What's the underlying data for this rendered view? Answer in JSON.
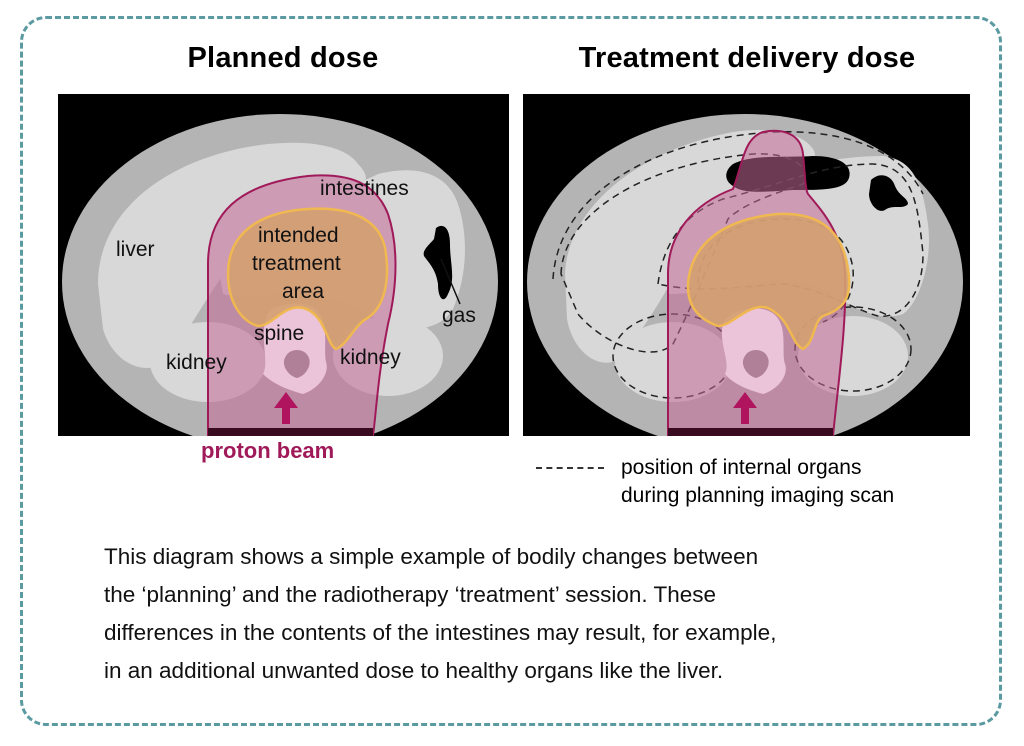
{
  "colors": {
    "frame_border": "#5b9aa1",
    "scan_background": "#000000",
    "body_outer": "#b4b4b4",
    "organ_fill": "#d8d8d8",
    "beam_outline": "#a01a5a",
    "beam_fill": "#c46c98",
    "treatment_fill": "#d4a070",
    "treatment_outline": "#f0b850",
    "spine_fill": "#ecc4da",
    "arrow": "#b0145e",
    "proton_label": "#a01a5a"
  },
  "panels": [
    {
      "title": "Planned dose",
      "labels": {
        "intestines": "intestines",
        "liver": "liver",
        "target_line1": "intended",
        "target_line2": "treatment",
        "target_line3": "area",
        "gas": "gas",
        "spine": "spine",
        "kidney_left": "kidney",
        "kidney_right": "kidney"
      }
    },
    {
      "title": "Treatment delivery dose"
    }
  ],
  "beam_label": "proton beam",
  "legend": {
    "icon": "dashed-line",
    "line1": "position of internal organs",
    "line2": "during planning imaging scan"
  },
  "caption": {
    "lines": [
      "This diagram shows a simple example of bodily changes between",
      "the ‘planning’ and the radiotherapy ‘treatment’ session. These",
      "differences in the contents of the intestines may result, for example,",
      "in an additional unwanted dose to healthy organs like the liver."
    ]
  }
}
